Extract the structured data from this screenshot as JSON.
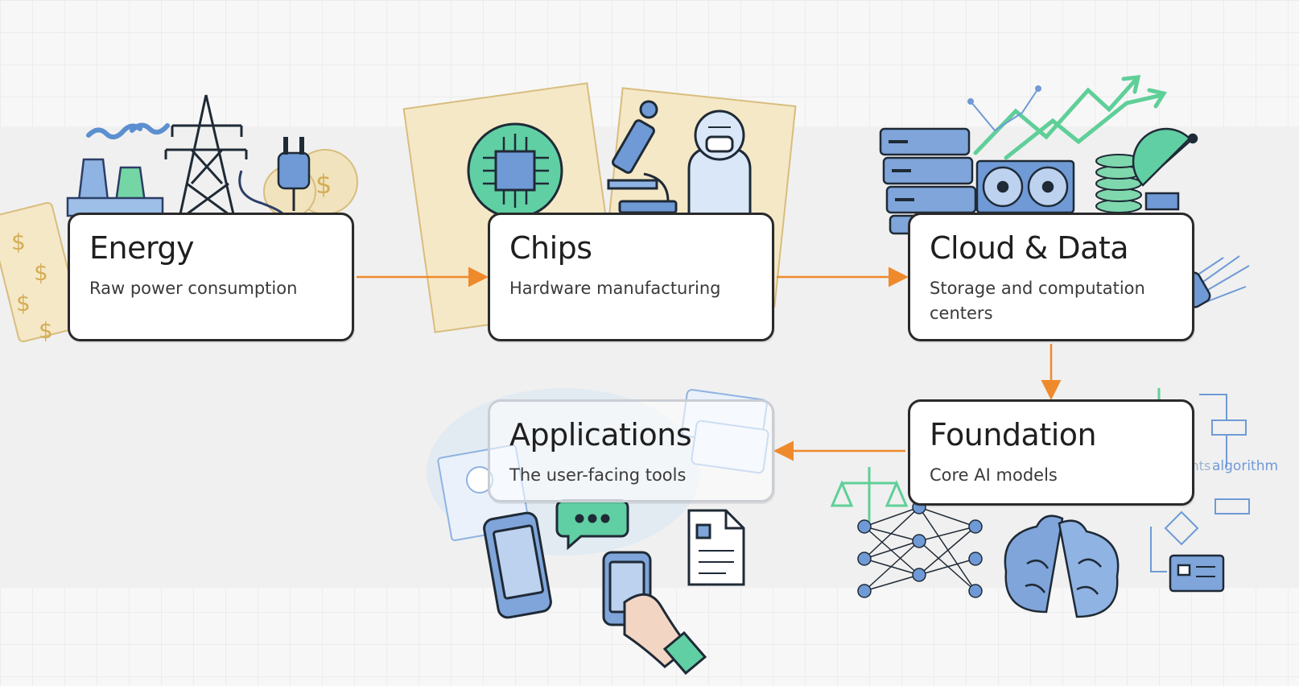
{
  "diagram": {
    "nodes": [
      {
        "id": "energy",
        "title": "Energy",
        "subtitle": "Raw power consumption"
      },
      {
        "id": "chips",
        "title": "Chips",
        "subtitle": "Hardware manufacturing"
      },
      {
        "id": "cloud",
        "title": "Cloud & Data",
        "subtitle": "Storage and computation centers"
      },
      {
        "id": "foundation",
        "title": "Foundation",
        "subtitle": "Core AI models"
      },
      {
        "id": "applications",
        "title": "Applications",
        "subtitle": "The user-facing tools"
      }
    ],
    "edges": [
      {
        "from": "energy",
        "to": "chips"
      },
      {
        "from": "chips",
        "to": "cloud"
      },
      {
        "from": "cloud",
        "to": "foundation"
      },
      {
        "from": "foundation",
        "to": "applications"
      }
    ],
    "decor_labels": {
      "weights": "weights",
      "algorithm": "algorithm"
    }
  },
  "colors": {
    "arrow": "#ef8a2c",
    "card_border": "#2a2a2a",
    "sketch_blue": "#5b8fd0",
    "sketch_green": "#5fcf98",
    "sketch_gold": "#dcc48a"
  },
  "icons": [
    "factory-icon",
    "power-tower-icon",
    "power-plug-icon",
    "money-icon",
    "chip-icon",
    "microscope-icon",
    "cleanroom-worker-icon",
    "server-rack-icon",
    "fan-icon",
    "growth-chart-icon",
    "coin-stack-icon",
    "satellite-dish-icon",
    "fiber-cable-icon",
    "scales-icon",
    "neural-network-icon",
    "brain-icon",
    "flowchart-icon",
    "user-profile-icon",
    "card-icon",
    "smartphone-icon",
    "chat-bubble-icon",
    "document-icon"
  ]
}
